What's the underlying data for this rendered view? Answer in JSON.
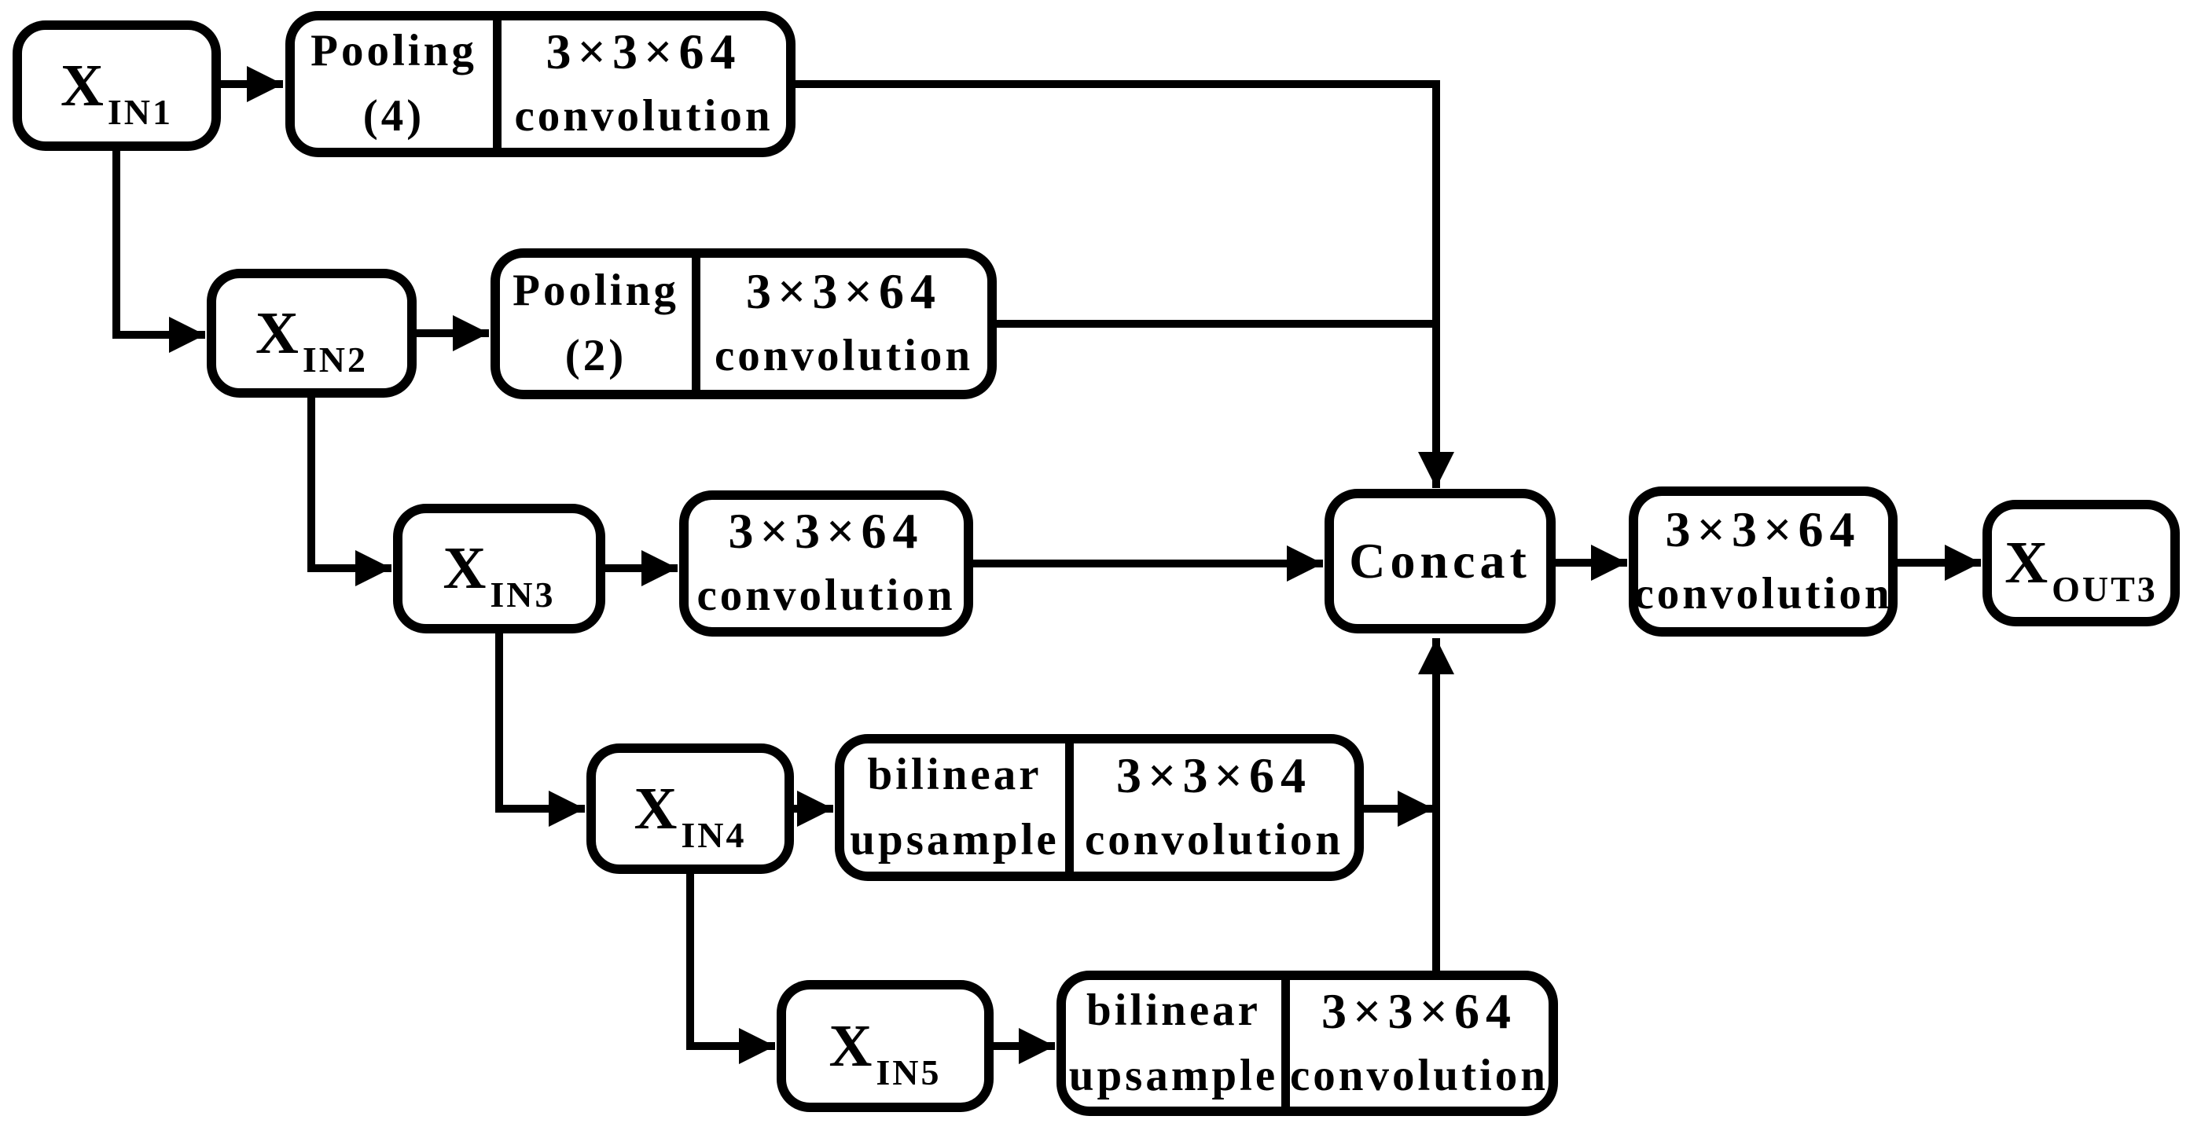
{
  "figure": {
    "kind": "neural-network-block-diagram",
    "ink_color": "#000000",
    "background_color": "#ffffff"
  },
  "nodes": {
    "xin1": {
      "base": "X",
      "sub": "IN1"
    },
    "pool4": {
      "line1": "Pooling",
      "line2": "(4)"
    },
    "conv1": {
      "line1": "3×3×64",
      "line2": "convolution"
    },
    "xin2": {
      "base": "X",
      "sub": "IN2"
    },
    "pool2": {
      "line1": "Pooling",
      "line2": "(2)"
    },
    "conv2": {
      "line1": "3×3×64",
      "line2": "convolution"
    },
    "xin3": {
      "base": "X",
      "sub": "IN3"
    },
    "conv3": {
      "line1": "3×3×64",
      "line2": "convolution"
    },
    "xin4": {
      "base": "X",
      "sub": "IN4"
    },
    "up4": {
      "line1": "bilinear",
      "line2": "upsample"
    },
    "conv4": {
      "line1": "3×3×64",
      "line2": "convolution"
    },
    "xin5": {
      "base": "X",
      "sub": "IN5"
    },
    "up5": {
      "line1": "bilinear",
      "line2": "upsample"
    },
    "conv5": {
      "line1": "3×3×64",
      "line2": "convolution"
    },
    "concat": {
      "label": "Concat"
    },
    "conv_out": {
      "line1": "3×3×64",
      "line2": "convolution"
    },
    "xout3": {
      "base": "X",
      "sub": "OUT3"
    }
  }
}
